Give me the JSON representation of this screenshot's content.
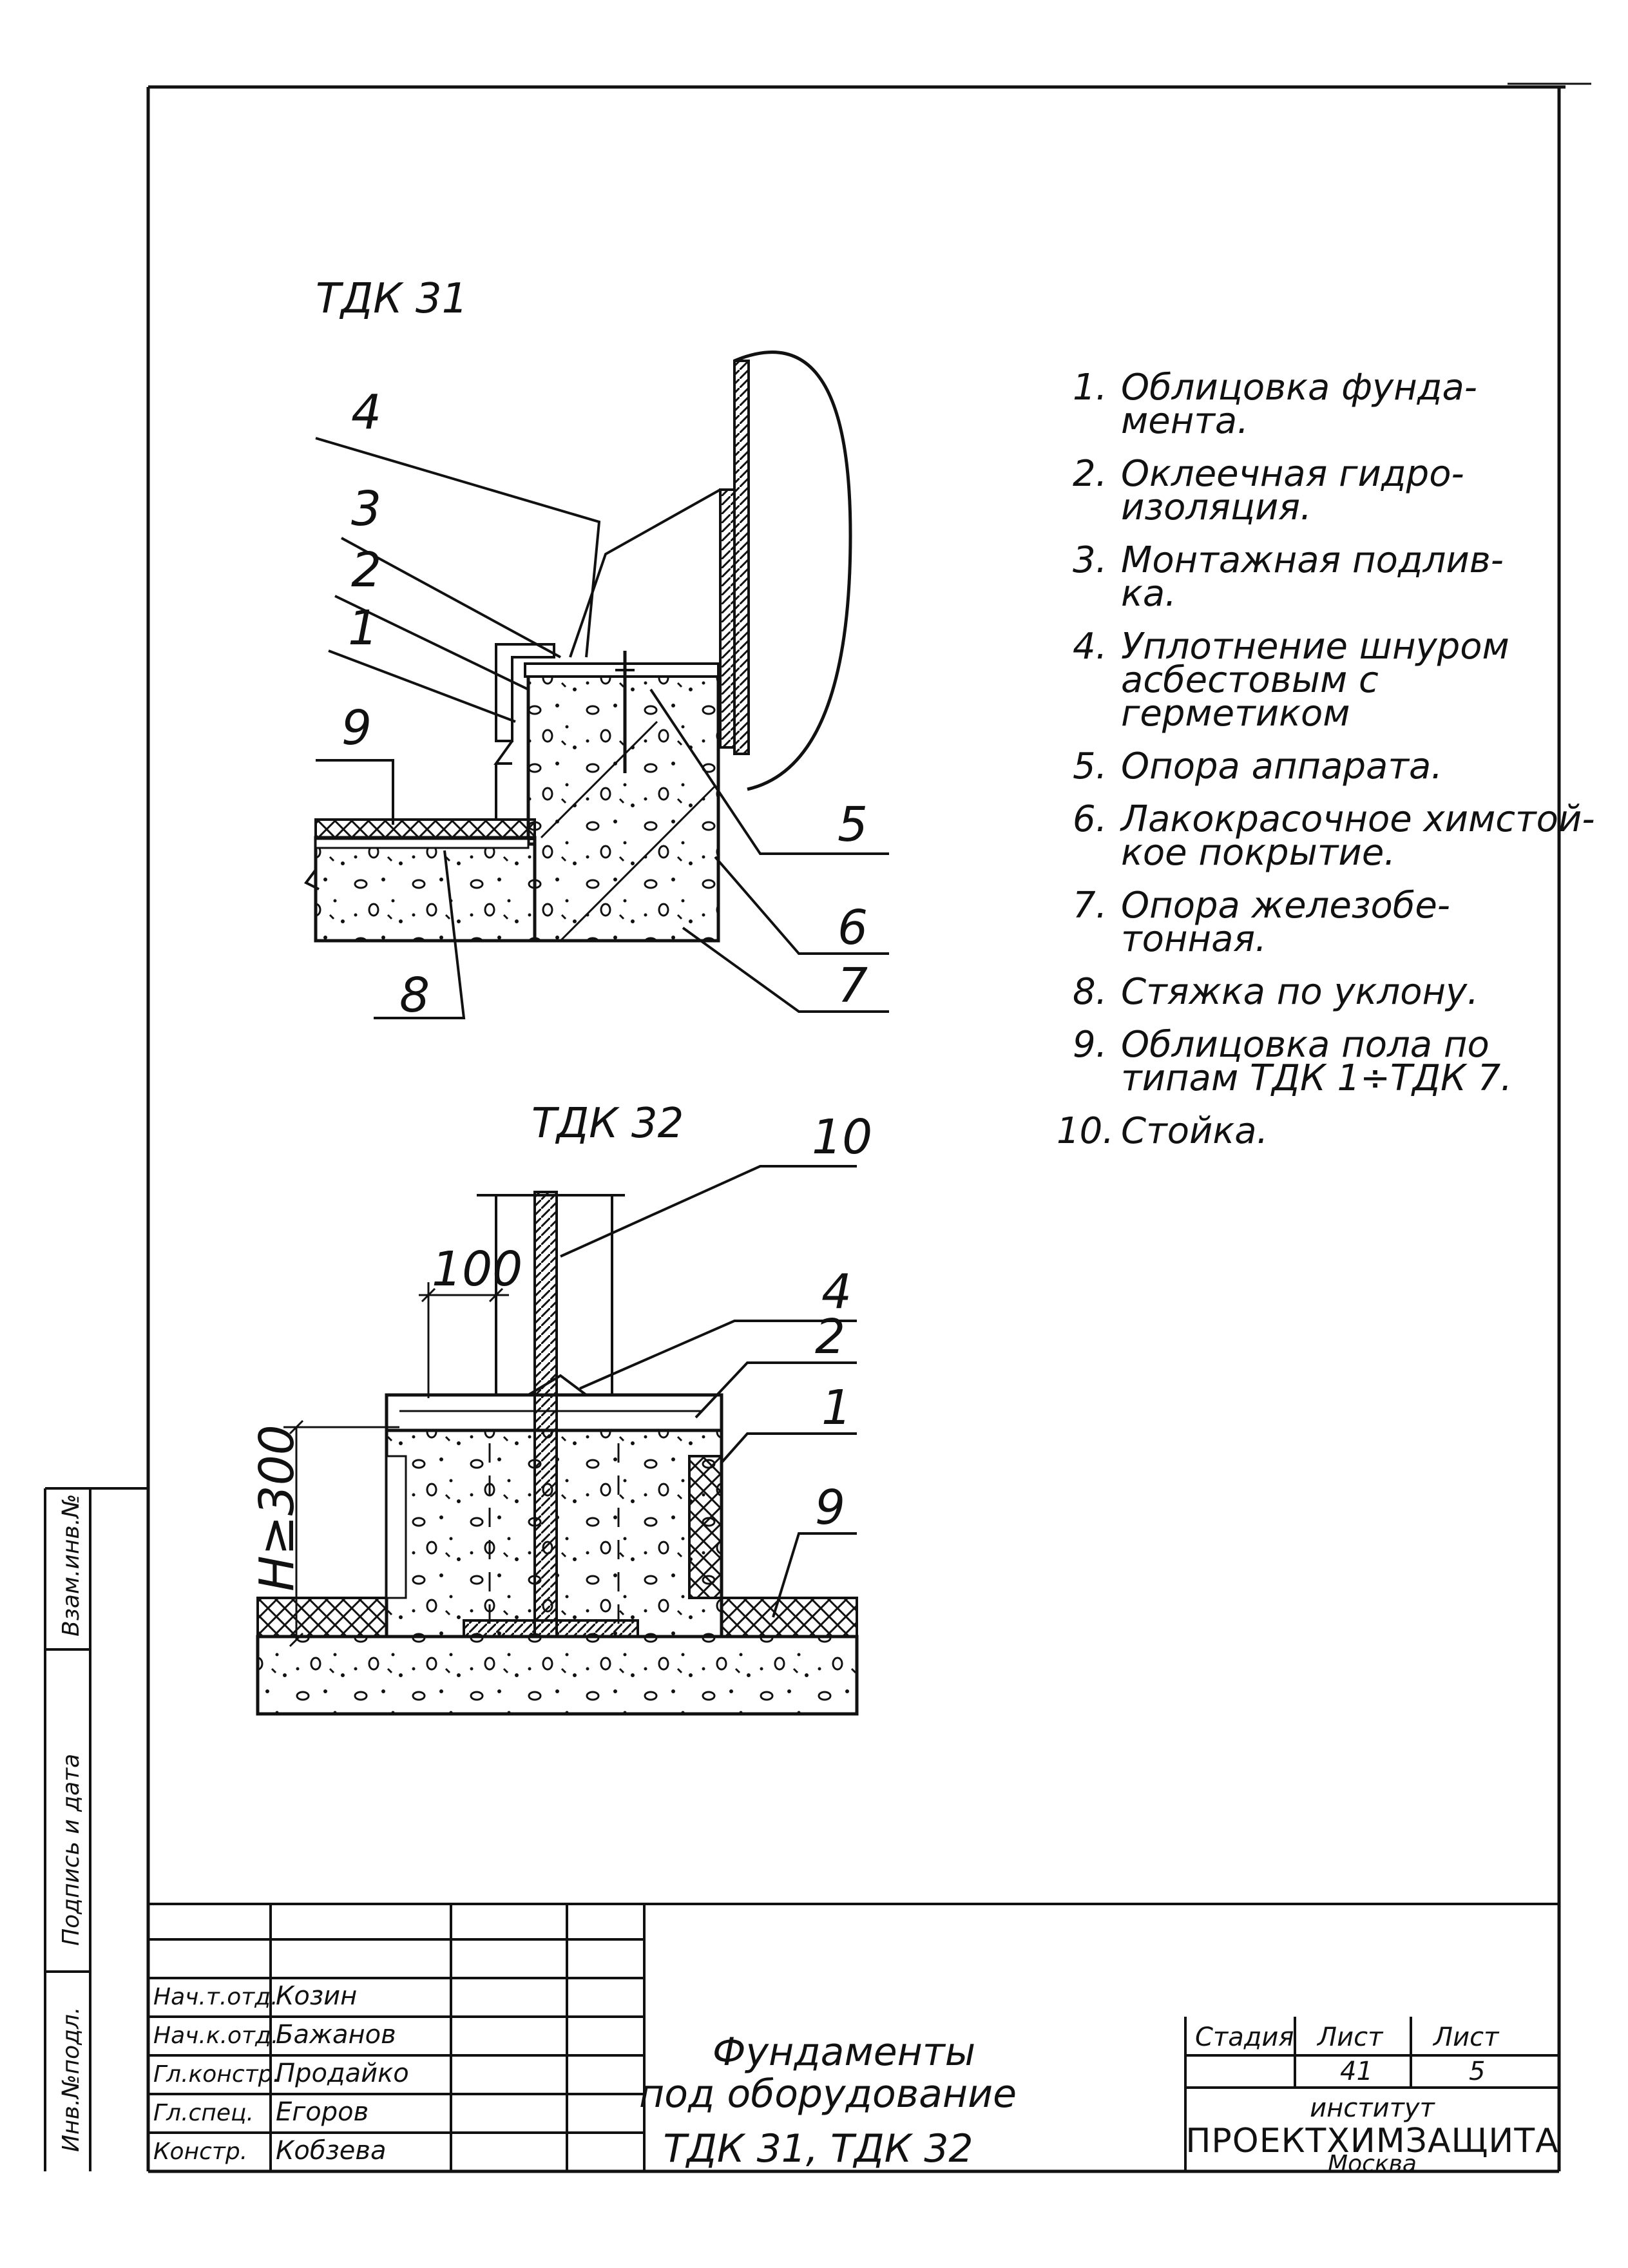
{
  "details": {
    "tdk31_caption": "ТДК 31",
    "tdk32_caption": "ТДК 32",
    "tdk31_callouts": [
      "4",
      "3",
      "2",
      "1",
      "9",
      "5",
      "6",
      "7",
      "8"
    ],
    "tdk32_callouts": [
      "10",
      "4",
      "2",
      "1",
      "9"
    ],
    "dim_100": "100",
    "dim_h": "H≥300"
  },
  "legend": [
    {
      "num": "1.",
      "lines": [
        "Облицовка фунда-",
        "мента."
      ]
    },
    {
      "num": "2.",
      "lines": [
        "Оклеечная гидро-",
        "изоляция."
      ]
    },
    {
      "num": "3.",
      "lines": [
        "Монтажная подлив-",
        "ка."
      ]
    },
    {
      "num": "4.",
      "lines": [
        "Уплотнение шнуром",
        "асбестовым с",
        "герметиком"
      ]
    },
    {
      "num": "5.",
      "lines": [
        "Опора аппарата."
      ]
    },
    {
      "num": "6.",
      "lines": [
        "Лакокрасочное химстой-",
        "кое покрытие."
      ]
    },
    {
      "num": "7.",
      "lines": [
        "Опора железобе-",
        "тонная."
      ]
    },
    {
      "num": "8.",
      "lines": [
        "Стяжка по уклону."
      ]
    },
    {
      "num": "9.",
      "lines": [
        "Облицовка пола по",
        "типам ТДК 1÷ТДК 7."
      ]
    },
    {
      "num": "10.",
      "lines": [
        "Стойка."
      ]
    }
  ],
  "side_stamp": {
    "labels": [
      "Инв.№подл.",
      "Подпись и дата",
      "Взам.инв.№"
    ]
  },
  "title_block": {
    "roles": [
      "Нач.т.отд.",
      "Нач.к.отд.",
      "Гл.констр.",
      "Гл.спец.",
      "Констр."
    ],
    "names": [
      "Козин",
      "Бажанов",
      "Продайко",
      "Егоров",
      "Кобзева"
    ],
    "title_line1": "Фундаменты",
    "title_line2": "под оборудование",
    "title_line3": "ТДК 31, ТДК 32",
    "stage_header": "Стадия",
    "sheet_header": "Лист",
    "sheets_header": "Лист",
    "sheet_value": "41",
    "sheets_value": "5",
    "institute_label": "институт",
    "institute_name": "ПРОЕКТХИМЗАЩИТА",
    "city": "Москва"
  }
}
